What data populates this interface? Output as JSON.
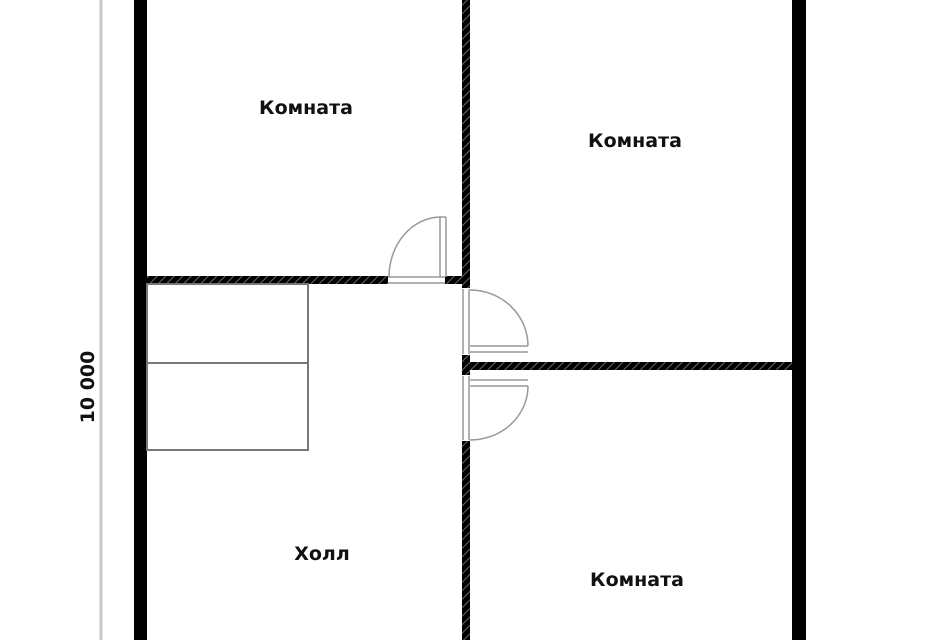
{
  "plan": {
    "dimension": {
      "value": "10 000",
      "orientation": "vertical"
    },
    "rooms": [
      {
        "name": "Комната",
        "position": "top-left"
      },
      {
        "name": "Комната",
        "position": "top-right"
      },
      {
        "name": "Холл",
        "position": "bottom-left"
      },
      {
        "name": "Комната",
        "position": "bottom-right"
      }
    ],
    "doors": [
      {
        "between": "top-left room / hall"
      },
      {
        "between": "hall / top-right room"
      },
      {
        "between": "hall / bottom-right room"
      }
    ]
  },
  "colors": {
    "wall": "#000000",
    "hatch": "#555555",
    "door_line": "#999999",
    "dimension_line": "#c8c8c8",
    "background": "#ffffff"
  }
}
